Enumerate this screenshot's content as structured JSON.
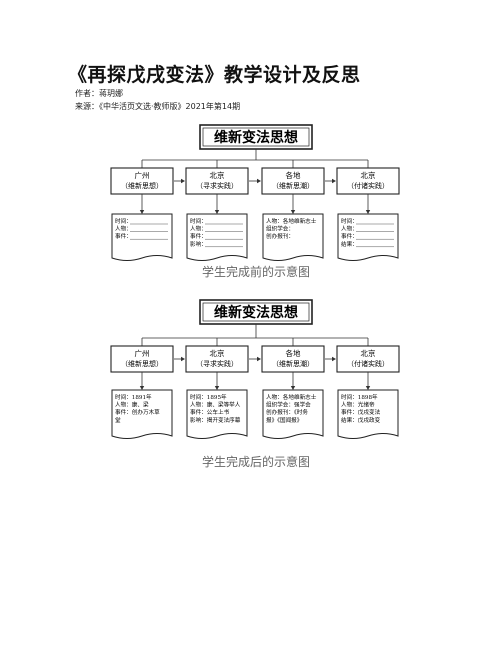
{
  "document": {
    "title": "《再探戊戌变法》教学设计及反思",
    "author": "作者：蒋玥娜",
    "source": "来源：《中华活页文选·教师版》2021年第14期"
  },
  "figure_before": {
    "header": "维新变法思想",
    "boxes": [
      {
        "place": "广州",
        "sub": "（维新思想）",
        "notes": [
          "时间：",
          "人物：",
          "事件："
        ]
      },
      {
        "place": "北京",
        "sub": "（寻求实践）",
        "notes": [
          "时间：",
          "人物：",
          "事件：",
          "影响："
        ]
      },
      {
        "place": "各地",
        "sub": "（维新思潮）",
        "notes": [
          "人物：各地维新志士",
          "组织学会：",
          "创办报刊："
        ]
      },
      {
        "place": "北京",
        "sub": "（付诸实践）",
        "notes": [
          "时间：",
          "人物：",
          "事件：",
          "结果："
        ]
      }
    ],
    "caption": "学生完成前的示意图"
  },
  "figure_after": {
    "header": "维新变法思想",
    "boxes": [
      {
        "place": "广州",
        "sub": "（维新思想）",
        "notes": [
          "时间：1891年",
          "人物：康、梁",
          "事件：创办万木草",
          "堂"
        ]
      },
      {
        "place": "北京",
        "sub": "（寻求实践）",
        "notes": [
          "时间：1895年",
          "人物：康、梁等举人",
          "事件：公车上书",
          "影响：揭开变法序幕"
        ]
      },
      {
        "place": "各地",
        "sub": "（维新思潮）",
        "notes": [
          "人物：各地维新志士",
          "组织学会：强学会",
          "创办报刊：《时务",
          "报》《国闻报》"
        ]
      },
      {
        "place": "北京",
        "sub": "（付诸实践）",
        "notes": [
          "时间：1898年",
          "人物：光绪帝",
          "事件：戊戌变法",
          "结果：戊戌政变"
        ]
      }
    ],
    "caption": "学生完成后的示意图"
  }
}
